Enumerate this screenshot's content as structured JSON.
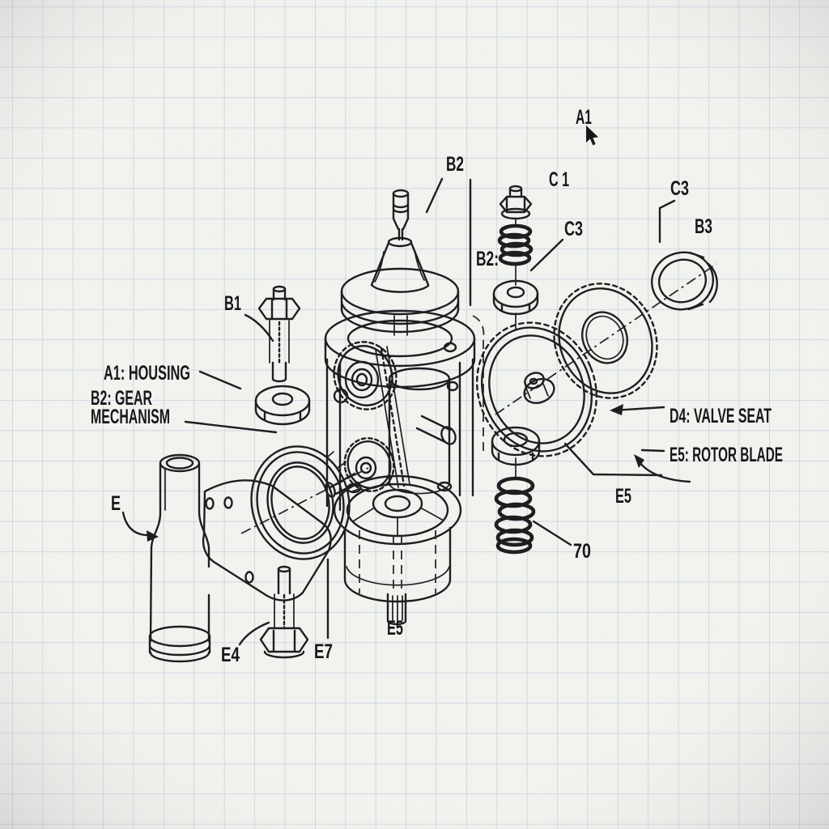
{
  "colors": {
    "paper": "#f3f3ef",
    "grid": "#b5cde0",
    "ink": "#1e1e21"
  },
  "callouts": {
    "a1_top": "A1",
    "b2_top": "B2",
    "c1": "C 1",
    "c3_upper": "C3",
    "c3_right": "C3",
    "b3": "B3",
    "b2_colon": "B2:",
    "b1": "B1",
    "e5_gear": "E5",
    "num70": "70",
    "e_pipe": "E",
    "e4": "E4",
    "e7": "E7",
    "e5_shaft": "E5"
  },
  "part_names": {
    "a1_housing": "A1: HOUSING",
    "b2_gear_line1": "B2: GEAR",
    "b2_gear_line2": "MECHANISM",
    "d4_valve_seat": "D4: VALVE SEAT",
    "e5_rotor_blade": "E5: ROTOR BLADE"
  }
}
